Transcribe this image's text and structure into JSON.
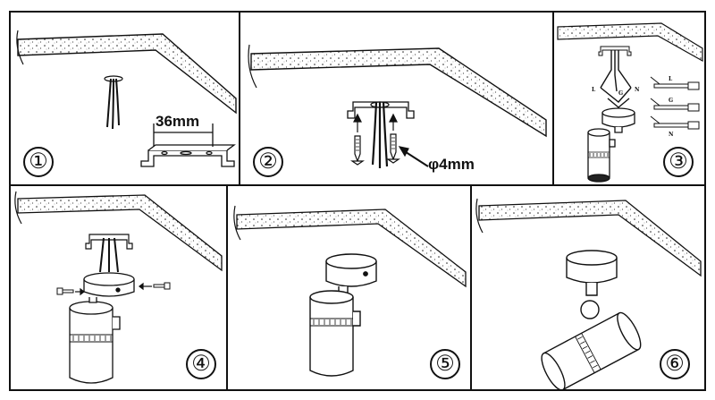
{
  "steps": [
    {
      "number": "①",
      "labels": {
        "bracket_width": "36mm"
      }
    },
    {
      "number": "②",
      "labels": {
        "screw_diameter": "φ4mm"
      }
    },
    {
      "number": "③",
      "labels": {
        "wire_l": "L",
        "wire_g": "G",
        "wire_n": "N"
      }
    },
    {
      "number": "④"
    },
    {
      "number": "⑤"
    },
    {
      "number": "⑥"
    }
  ],
  "icons": [
    "ceiling",
    "wires",
    "mounting-bracket",
    "screw",
    "arrow",
    "lamp-base",
    "lamp-body",
    "terminal-block"
  ]
}
